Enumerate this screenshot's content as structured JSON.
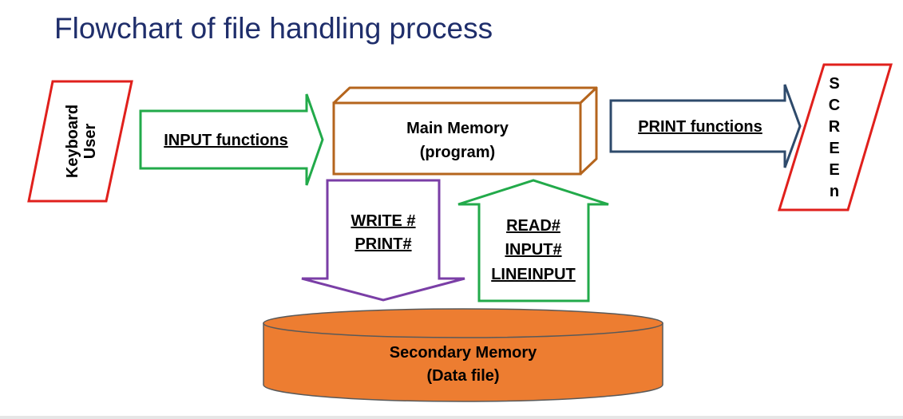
{
  "title": "Flowchart of file handling process",
  "nodes": {
    "input_device": {
      "line1": "Keyboard",
      "line2": "User"
    },
    "main_memory": {
      "line1": "Main Memory",
      "line2": "(program)"
    },
    "screen": {
      "letters": [
        "S",
        "C",
        "R",
        "E",
        "E",
        "n"
      ]
    },
    "secondary_memory": {
      "line1": "Secondary Memory",
      "line2": "(Data file)"
    }
  },
  "edges": {
    "input_functions": {
      "label": "INPUT functions",
      "color": "#22aa4a"
    },
    "print_functions": {
      "label": "PRINT functions",
      "color": "#2e4a6b"
    },
    "write_to_file": {
      "line1": "WRITE #",
      "line2": "PRINT#",
      "color": "#7a3ea6"
    },
    "read_from_file": {
      "line1": "READ#",
      "line2": "INPUT#",
      "line3": "LINEINPUT",
      "color": "#22aa4a"
    }
  },
  "colors": {
    "title": "#1f2e6b",
    "parallelogram_border": "#e0201c",
    "main_memory_border": "#b5651d",
    "cylinder_fill": "#ed7d31",
    "cylinder_border": "#595959"
  }
}
